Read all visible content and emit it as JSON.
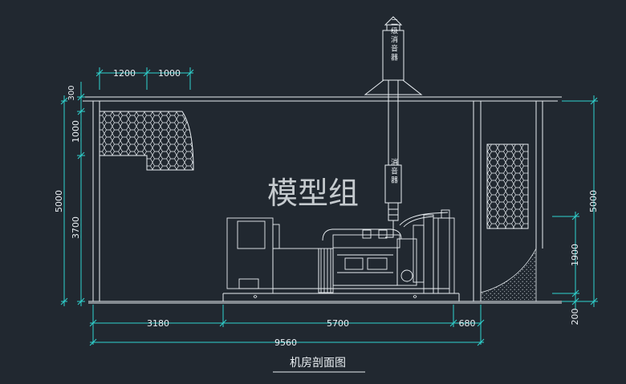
{
  "drawing": {
    "title": "机房剖面图",
    "watermark": "模型组",
    "colors": {
      "background": "#212830",
      "lines": "#e9eef2",
      "dimensions": "#2fd3cf",
      "dimension_text": "#e9eef2"
    },
    "top_dims": [
      "1200",
      "1000"
    ],
    "left_dims": [
      "300",
      "1000",
      "3700",
      "5000"
    ],
    "right_dims": [
      "5000",
      "1900",
      "200"
    ],
    "bottom_dims": [
      "3180",
      "5700",
      "680"
    ],
    "total_dim": "9560",
    "muffler_secondary": "二级消音器",
    "muffler": "消音器"
  }
}
